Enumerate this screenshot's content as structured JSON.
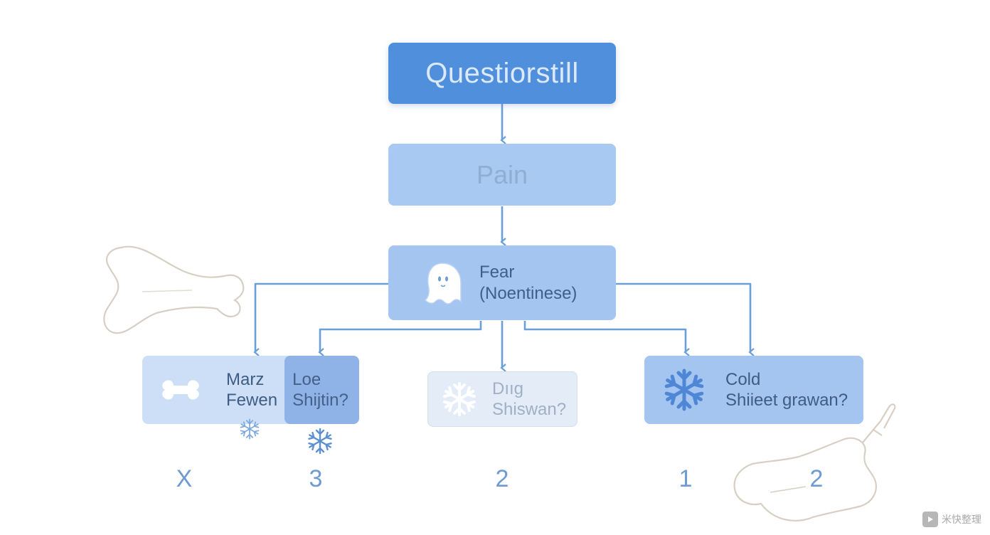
{
  "nodes": {
    "title": "Questiorstill",
    "pain": "Pain",
    "fear": {
      "line1": "Fear",
      "line2": "(Noentinese)"
    },
    "marz": {
      "line1": "Marz",
      "line2": "Fewen"
    },
    "loe": {
      "line1": "Loe",
      "line2": "Shijtin?"
    },
    "drug": {
      "line1": "Dııg",
      "line2": "Shiswan?"
    },
    "cold": {
      "line1": "Cold",
      "line2": "Shiieet grawan?"
    }
  },
  "labels": [
    "X",
    "3",
    "2",
    "1",
    "2"
  ],
  "watermark": "米快整理",
  "icons": {
    "fear": "ghost-icon",
    "marz": "bone-icon",
    "drug": "snowflake-icon",
    "cold": "snowflake-icon"
  },
  "colors": {
    "title_fill": "#4f8fdb",
    "node_fill": "#a3c5f0",
    "connector": "#6a9fd8",
    "muted_fill": "#e4ecf7"
  }
}
